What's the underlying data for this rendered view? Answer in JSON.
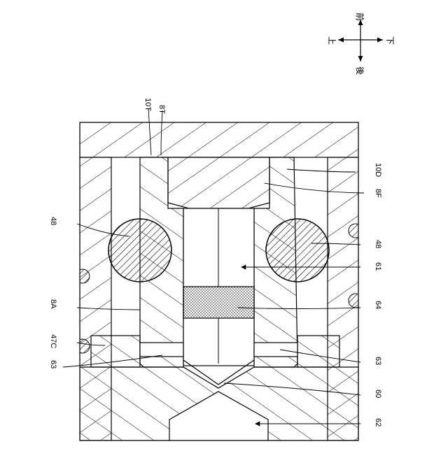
{
  "orientation": {
    "front": "前",
    "back": "後",
    "up": "上",
    "down": "下"
  },
  "labels": {
    "l_10T": "10T",
    "l_8T": "8T",
    "l_10D": "10D",
    "l_8F": "8F",
    "l_48_left": "48",
    "l_48_right": "48",
    "l_61": "61",
    "l_8A": "8A",
    "l_64": "64",
    "l_47C": "47C",
    "l_63_left": "63",
    "l_63_right": "63",
    "l_60": "60",
    "l_62": "62"
  }
}
